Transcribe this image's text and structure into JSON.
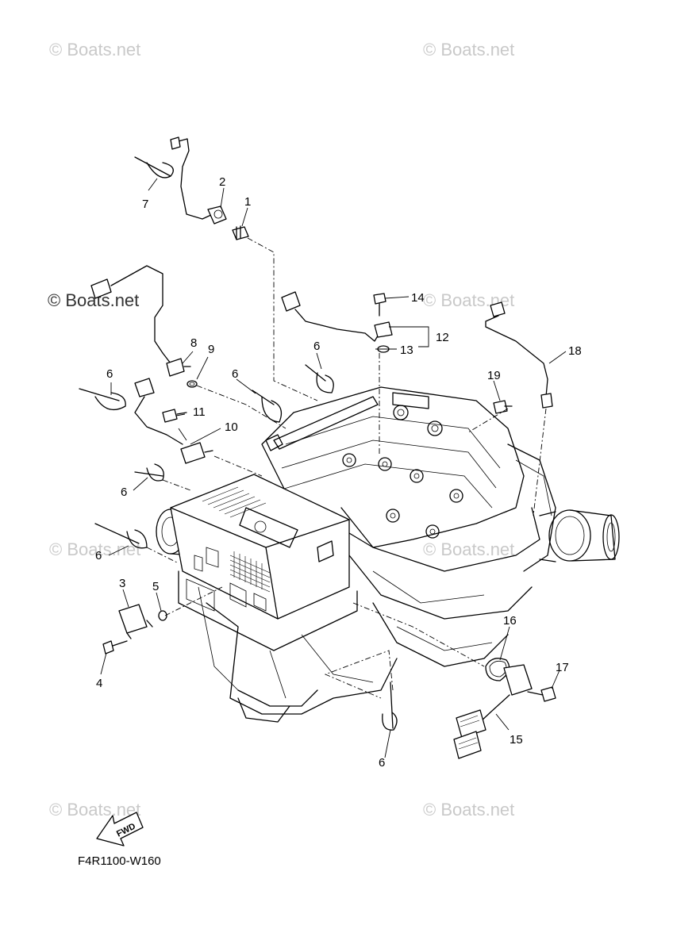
{
  "watermarks": {
    "text": "© Boats.net",
    "main_label": "© Boats.net"
  },
  "callouts": {
    "c1": "1",
    "c2": "2",
    "c3": "3",
    "c4": "4",
    "c5": "5",
    "c6a": "6",
    "c6b": "6",
    "c6c": "6",
    "c6d": "6",
    "c6e": "6",
    "c6f": "6",
    "c7": "7",
    "c8": "8",
    "c9": "9",
    "c10": "10",
    "c11": "11",
    "c12": "12",
    "c13": "13",
    "c14": "14",
    "c15": "15",
    "c16": "16",
    "c17": "17",
    "c18": "18",
    "c19": "19"
  },
  "fwd_arrow": {
    "label": "FWD"
  },
  "diagram_code": "F4R1100-W160"
}
